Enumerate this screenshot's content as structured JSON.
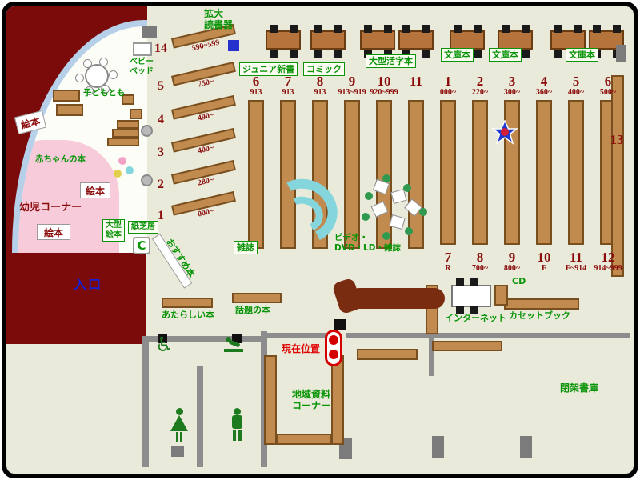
{
  "colors": {
    "floor": "#e9ead9",
    "wall_dark_red": "#7b0b0b",
    "shelf_brown": "#c18b50",
    "label_green": "#0a9408",
    "number_maroon": "#8b0b0b",
    "entrance_blue": "#1620d6",
    "current_red": "#e00000",
    "kids_pink": "#f7cbda",
    "magazine_cyan": "#85d6dc",
    "window_blue": "#b5d0e8"
  },
  "icons": {
    "wheelchair": "♿"
  },
  "top_area": {
    "magnifier_label_line1": "拡大",
    "magnifier_label_line2": "読書器",
    "junior_label": "ジュニア新書",
    "comic_label": "コミック",
    "large_print_label": "大型活字本",
    "bunko_label_1": "文庫本",
    "bunko_label_2": "文庫本",
    "bunko_label_3": "文庫本"
  },
  "shelves": {
    "left_diagonal": [
      {
        "num": "14",
        "range": "590~599"
      },
      {
        "num": "5",
        "range": "750~"
      },
      {
        "num": "4",
        "range": "490~"
      },
      {
        "num": "3",
        "range": "400~"
      },
      {
        "num": "2",
        "range": "280~"
      },
      {
        "num": "1",
        "range": "000~"
      }
    ],
    "top_a": [
      {
        "num": "6",
        "range": "913"
      },
      {
        "num": "7",
        "range": "913"
      },
      {
        "num": "8",
        "range": "913"
      },
      {
        "num": "9",
        "range": "913~919"
      },
      {
        "num": "10",
        "range": "920~999"
      },
      {
        "num": "11",
        "range": ""
      }
    ],
    "top_b": [
      {
        "num": "1",
        "range": "000~"
      },
      {
        "num": "2",
        "range": "220~"
      },
      {
        "num": "3",
        "range": "300~"
      },
      {
        "num": "4",
        "range": "360~"
      },
      {
        "num": "5",
        "range": "400~"
      },
      {
        "num": "6",
        "range": "500~"
      }
    ],
    "bottom": [
      {
        "num": "7",
        "range": "R"
      },
      {
        "num": "8",
        "range": "700~"
      },
      {
        "num": "9",
        "range": "800~"
      },
      {
        "num": "10",
        "range": "F"
      },
      {
        "num": "11",
        "range": "F~914"
      },
      {
        "num": "12",
        "range": "914~999"
      }
    ],
    "right_wall": {
      "num": "13"
    }
  },
  "center_area": {
    "magazine_label": "雑誌",
    "video_label_line1": "ビデオ・",
    "video_label_line2": "DVD・LD・雑誌",
    "recommended_label": "おすすめ本"
  },
  "media_area": {
    "cd_label": "CD",
    "internet_label": "インターネット",
    "cassette_label": "カセットブック"
  },
  "south_area": {
    "new_books_label": "あたらしい本",
    "topic_books_label": "話題の本",
    "current_location_label": "現在位置",
    "local_materials_line1": "地域資料",
    "local_materials_line2": "コーナー",
    "closed_stacks_label": "閉架書庫"
  },
  "children_area": {
    "picture_books_1": "絵本",
    "picture_books_2": "絵本",
    "picture_books_3": "絵本",
    "toddler_corner_label": "幼児コーナー",
    "baby_books_label": "赤ちゃんの本",
    "kodomo_label": "子どもとも",
    "baby_bed_line1": "ベビー",
    "baby_bed_line2": "ベッド",
    "large_picture_books_line1": "大型",
    "large_picture_books_line2": "絵本",
    "kamishibai_label": "紙芝居",
    "c_sign": "C"
  },
  "entrance_label": "入口"
}
